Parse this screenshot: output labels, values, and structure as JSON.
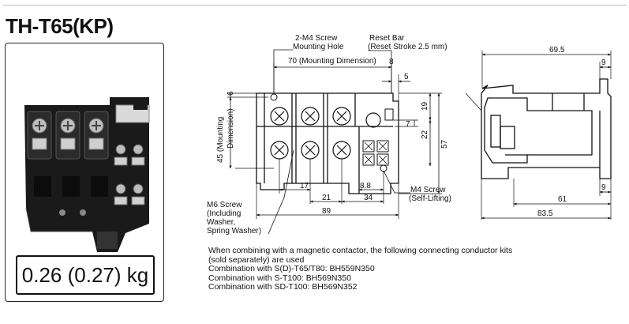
{
  "title": "TH-T65(KP)",
  "weight": "0.26 (0.27) kg",
  "labels": {
    "m4_mounting_hole": [
      "2-M4 Screw",
      "Mounting Hole"
    ],
    "reset_bar": [
      "Reset Bar",
      "(Reset Stroke 2.5 mm)"
    ],
    "mounting_dimension_70": "70 (Mounting Dimension)",
    "mounting_dimension_45": [
      "45 (Mounting",
      "Dimension)"
    ],
    "m6_screw": [
      "M6 Screw",
      "(Including",
      "Washer,",
      "Spring Washer)"
    ],
    "m4_screw_self_lifting": [
      "M4 Screw",
      "(Self-Lifting)"
    ]
  },
  "dimensions": {
    "d8": "8",
    "d5": "5",
    "d6": "6",
    "d19": "19",
    "d7": "7",
    "d22": "22",
    "d57": "57",
    "d17": "17",
    "d21": "21",
    "d34": "34",
    "d8_8": "8.8",
    "d89": "89",
    "d69_5": "69.5",
    "d9_top": "9",
    "d9_bottom": "9",
    "d61": "61",
    "d83_5": "83.5"
  },
  "notes": [
    "When combining with a magnetic contactor, the following connecting conductor kits",
    "(sold separately) are used",
    "Combination with S(D)-T65/T80: BH559N350",
    "Combination with S-T100: BH569N350",
    "Combination with SD-T100: BH569N352"
  ]
}
